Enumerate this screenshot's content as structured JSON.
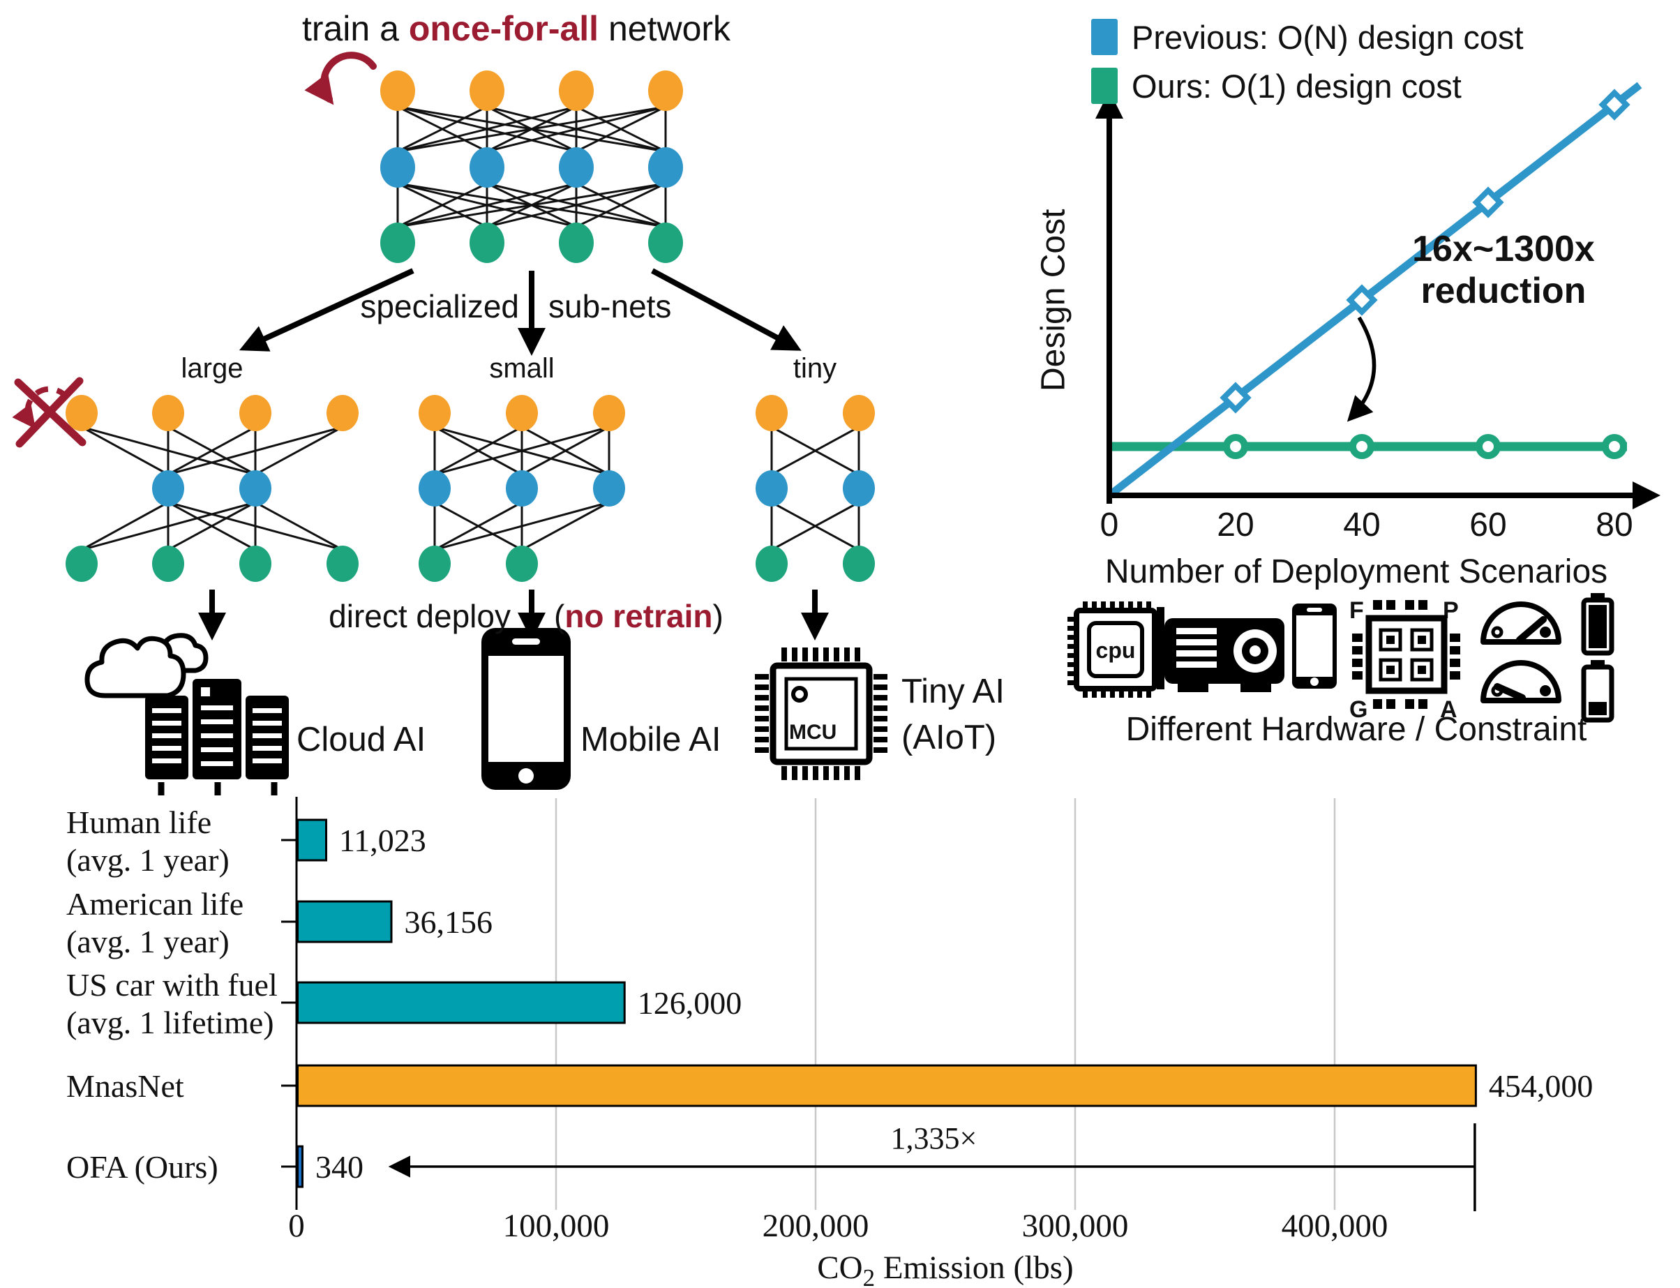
{
  "colors": {
    "node_orange": "#F5A12B",
    "node_blue": "#2E96C8",
    "node_green": "#1EA57D",
    "accent_dark_red": "#9B1B30",
    "bar_teal": "#009FB0",
    "bar_orange": "#F5A623",
    "bar_blue": "#1B6FC4",
    "gridline": "#C8C8C8"
  },
  "diagram": {
    "title_prefix": "train a ",
    "title_highlight": "once-for-all",
    "title_suffix": " network",
    "caption_left": "specialized",
    "caption_right": "sub-nets",
    "label_large": "large",
    "label_small": "small",
    "label_tiny": "tiny",
    "deploy_text": "direct deploy",
    "deploy_open": "(",
    "deploy_highlight": "no retrain",
    "deploy_close": ")",
    "cloud_label": "Cloud AI",
    "mobile_label": "Mobile AI",
    "tiny_ai_line1": "Tiny AI",
    "tiny_ai_line2": "(AIoT)",
    "mcu_text": "MCU"
  },
  "hardware": {
    "caption": "Different Hardware / Constraint",
    "cpu": "cpu",
    "f": "F",
    "p": "P",
    "g": "G",
    "a": "A"
  },
  "chart_data": [
    {
      "type": "line",
      "ylabel": "Design Cost",
      "xlabel": "Number of Deployment Scenarios",
      "x": [
        0,
        20,
        40,
        60,
        80
      ],
      "xtick_labels": [
        "0",
        "20",
        "40",
        "60",
        "80"
      ],
      "xlim": [
        0,
        88
      ],
      "series": [
        {
          "name": "Previous: O(N) design cost",
          "color": "#2E96C8",
          "marker": "diamond",
          "values": [
            0,
            20,
            40,
            60,
            80
          ]
        },
        {
          "name": "Ours: O(1) design cost",
          "color": "#1EA57D",
          "marker": "circle",
          "values": [
            5,
            5,
            5,
            5,
            5
          ]
        }
      ],
      "annotation": "16x~1300x reduction",
      "annotation_line1": "16x~1300x",
      "annotation_line2": "reduction",
      "legend_position": "top-left",
      "grid": false
    },
    {
      "type": "bar",
      "orientation": "horizontal",
      "categories": [
        "Human life (avg. 1 year)",
        "American life (avg. 1 year)",
        "US car with fuel (avg. 1 lifetime)",
        "MnasNet",
        "OFA (Ours)"
      ],
      "categories_lines": [
        [
          "Human life",
          "(avg. 1 year)"
        ],
        [
          "American life",
          "(avg. 1 year)"
        ],
        [
          "US car with fuel",
          "(avg. 1 lifetime)"
        ],
        [
          "MnasNet"
        ],
        [
          "OFA (Ours)"
        ]
      ],
      "values": [
        11023,
        36156,
        126000,
        454000,
        340
      ],
      "value_labels": [
        "11,023",
        "36,156",
        "126,000",
        "454,000",
        "340"
      ],
      "colors": [
        "#009FB0",
        "#009FB0",
        "#009FB0",
        "#F5A623",
        "#1B6FC4"
      ],
      "xlabel": "CO2 Emission (lbs)",
      "xlabel_parts": {
        "main": "CO",
        "sub": "2",
        "rest": " Emission (lbs)"
      },
      "xticks": [
        0,
        100000,
        200000,
        300000,
        400000
      ],
      "xtick_labels": [
        "0",
        "100,000",
        "200,000",
        "300,000",
        "400,000"
      ],
      "xlim": [
        0,
        533000
      ],
      "annotation": "1,335×",
      "grid": true
    }
  ]
}
